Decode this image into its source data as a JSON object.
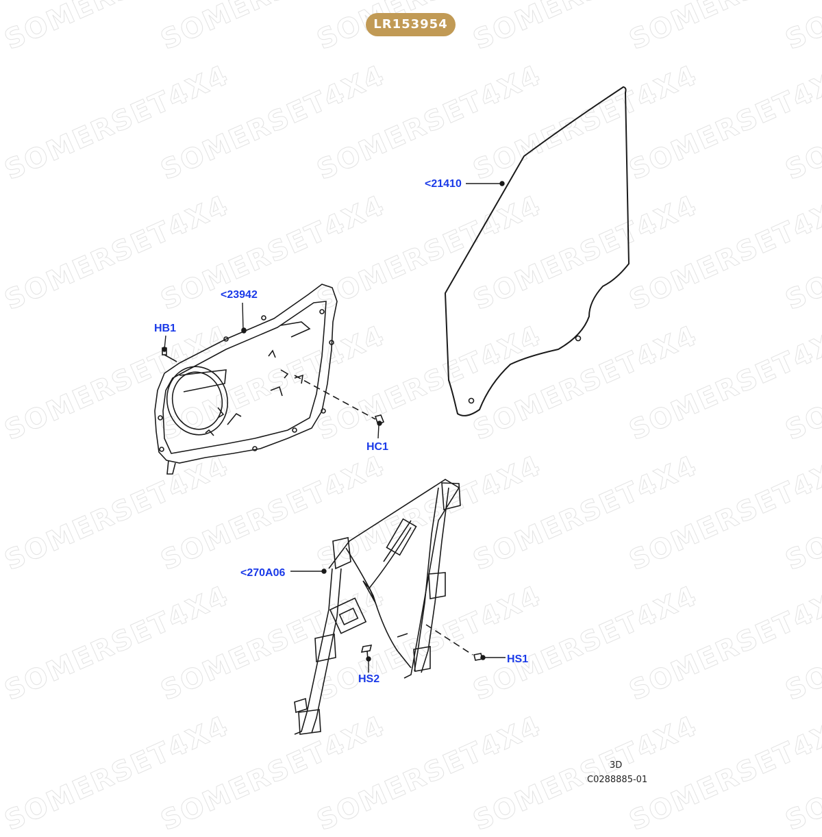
{
  "header": {
    "part_number": "LR153954"
  },
  "watermark": {
    "text": "SOMERSET4X4"
  },
  "callouts": {
    "glass": "<21410",
    "inner_panel": "<23942",
    "bolt_hb1": "HB1",
    "clip_hc1": "HC1",
    "regulator": "<270A06",
    "screw_hs1": "HS1",
    "screw_hs2": "HS2"
  },
  "footer": {
    "view": "3D",
    "illustration_code": "C0288885-01"
  },
  "colors": {
    "badge": "#c19a55",
    "callout": "#1a3ae8",
    "line": "#1a1a1a",
    "watermark": "#e3e3e3"
  }
}
